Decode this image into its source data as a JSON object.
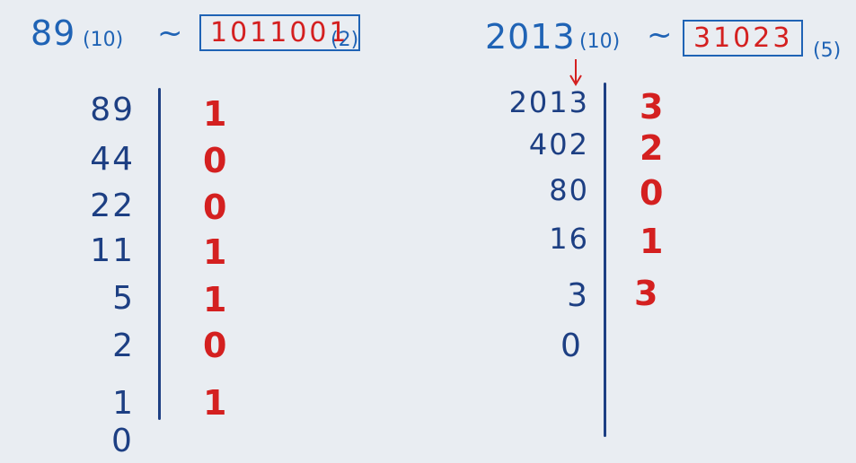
{
  "left": {
    "header": {
      "decimal": "89",
      "decimal_base": "(10)",
      "tilde": "~",
      "result": "1011001",
      "result_base": "(2)"
    },
    "quotients": [
      "89",
      "44",
      "22",
      "11",
      "5",
      "2",
      "1",
      "0"
    ],
    "remainders": [
      "1",
      "0",
      "0",
      "1",
      "1",
      "0",
      "1"
    ]
  },
  "right": {
    "header": {
      "decimal": "2013",
      "decimal_base": "(10)",
      "tilde": "~",
      "result": "31023",
      "result_base": "(5)"
    },
    "quotients": [
      "2013",
      "402",
      "80",
      "16",
      "3",
      "0"
    ],
    "remainders": [
      "3",
      "2",
      "0",
      "1",
      "3"
    ]
  },
  "colors": {
    "ink_blue": "#1d3f83",
    "title_blue": "#1f63b5",
    "ink_red": "#d42020",
    "background": "#e9edf2"
  }
}
